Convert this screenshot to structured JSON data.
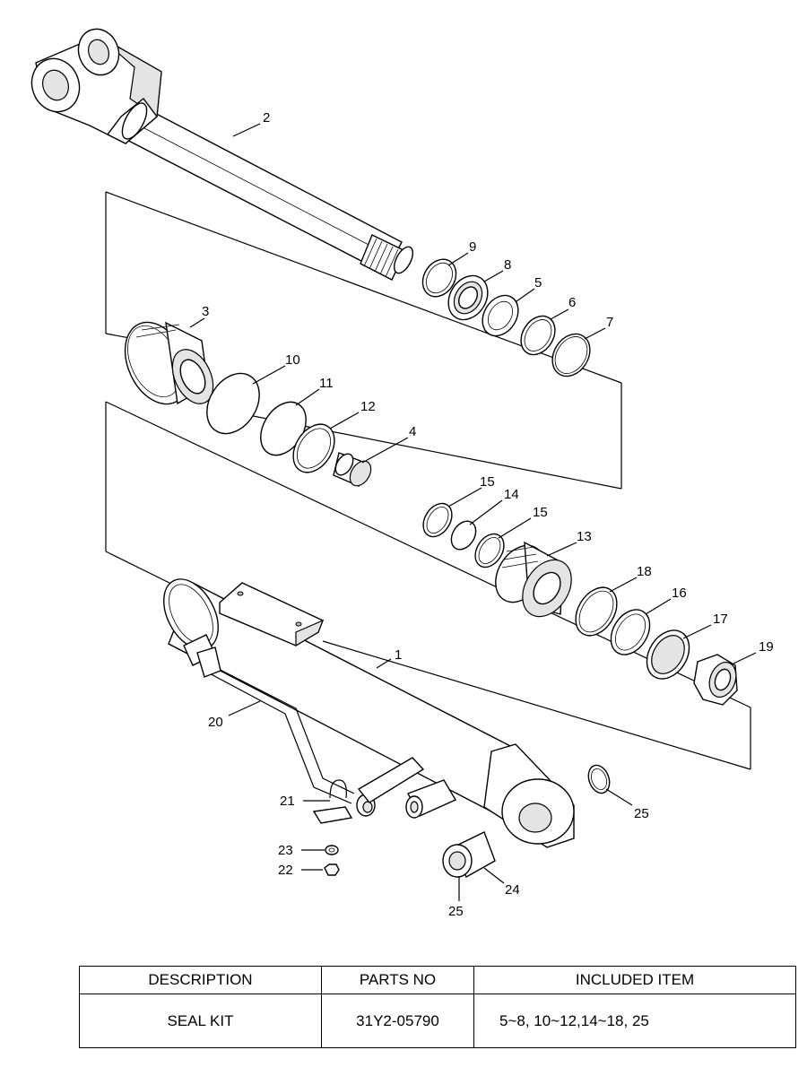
{
  "diagram": {
    "callouts": [
      {
        "id": "c2",
        "label": "2"
      },
      {
        "id": "c3",
        "label": "3"
      },
      {
        "id": "c9",
        "label": "9"
      },
      {
        "id": "c8",
        "label": "8"
      },
      {
        "id": "c5",
        "label": "5"
      },
      {
        "id": "c6",
        "label": "6"
      },
      {
        "id": "c7",
        "label": "7"
      },
      {
        "id": "c10",
        "label": "10"
      },
      {
        "id": "c11",
        "label": "11"
      },
      {
        "id": "c12",
        "label": "12"
      },
      {
        "id": "c4",
        "label": "4"
      },
      {
        "id": "c15a",
        "label": "15"
      },
      {
        "id": "c14",
        "label": "14"
      },
      {
        "id": "c15b",
        "label": "15"
      },
      {
        "id": "c13",
        "label": "13"
      },
      {
        "id": "c18",
        "label": "18"
      },
      {
        "id": "c16",
        "label": "16"
      },
      {
        "id": "c17",
        "label": "17"
      },
      {
        "id": "c19",
        "label": "19"
      },
      {
        "id": "c1",
        "label": "1"
      },
      {
        "id": "c20",
        "label": "20"
      },
      {
        "id": "c21",
        "label": "21"
      },
      {
        "id": "c23",
        "label": "23"
      },
      {
        "id": "c22",
        "label": "22"
      },
      {
        "id": "c25a",
        "label": "25"
      },
      {
        "id": "c24",
        "label": "24"
      },
      {
        "id": "c25b",
        "label": "25"
      }
    ]
  },
  "table": {
    "headers": [
      "DESCRIPTION",
      "PARTS NO",
      "INCLUDED ITEM"
    ],
    "rows": [
      {
        "description": "SEAL KIT",
        "parts_no": "31Y2-05790",
        "included": "5~8, 10~12,14~18, 25"
      }
    ]
  }
}
